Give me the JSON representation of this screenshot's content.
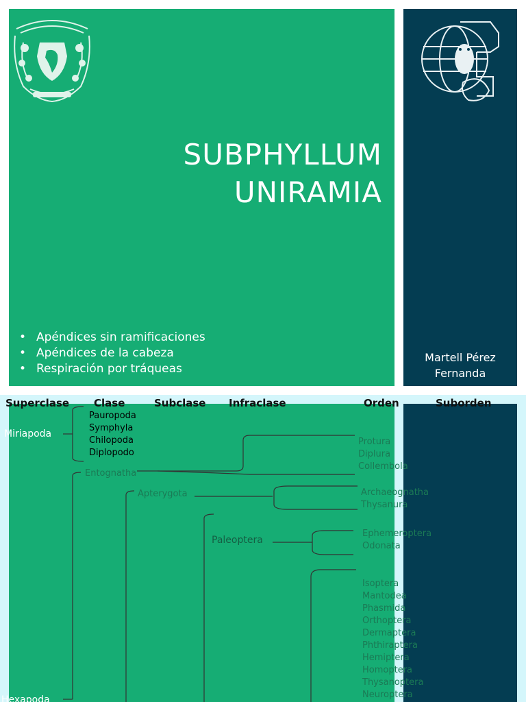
{
  "slide1": {
    "title_line1": "SUBPHYLLUM",
    "title_line2": "UNIRAMIA",
    "bullets": [
      "Apéndices sin ramificaciones",
      "Apéndices de la cabeza",
      "Respiración por tráqueas"
    ],
    "bullet_glyph": "•",
    "author_line1": "Martell Pérez",
    "author_line2": "Fernanda",
    "colors": {
      "green": "#16ad74",
      "navy": "#043d52"
    }
  },
  "slide2": {
    "headers": {
      "superclase": "Superclase",
      "clase": "Clase",
      "subclase": "Subclase",
      "infraclase": "Infraclase",
      "orden": "Orden",
      "suborden": "Suborden"
    },
    "superclases": {
      "miriapoda": "Miriapoda",
      "hexapoda": "Hexapoda"
    },
    "miriapoda_clases": [
      "Pauropoda",
      "Symphyla",
      "Chilopoda",
      "Diplopodo"
    ],
    "clase_entognatha": "Entognatha",
    "subclase_apterygota": "Apterygota",
    "infraclase_paleoptera": "Paleoptera",
    "ordenes_entognatha": [
      "Protura",
      "Diplura",
      "Collembola"
    ],
    "ordenes_apterygota": [
      "Archaeognatha",
      "Thysanura"
    ],
    "ordenes_paleoptera": [
      "Ephemeroptera",
      "Odonata"
    ],
    "ordenes_neoptera": [
      "Isoptera",
      "Mantodea",
      "Phasmida",
      "Orthoptera",
      "Dermaptera",
      "Phthiraptera",
      "Hemiptera",
      "Homoptera",
      "Thysanoptera",
      "Neuroptera"
    ]
  }
}
